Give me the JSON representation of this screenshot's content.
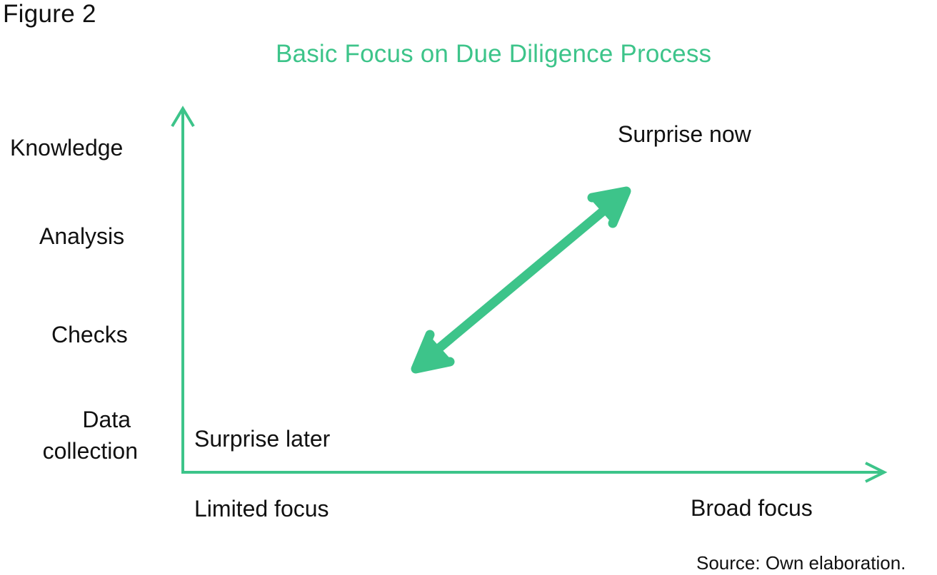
{
  "figure_label": "Figure 2",
  "title": "Basic Focus on Due Diligence Process",
  "accent_color": "#3dc48a",
  "y_axis": {
    "levels": [
      "Knowledge",
      "Analysis",
      "Checks",
      "Data collection"
    ],
    "level_lines": {
      "knowledge": "Knowledge",
      "analysis": "Analysis",
      "checks": "Checks",
      "data_line1": "Data",
      "data_line2": "collection"
    }
  },
  "x_axis": {
    "left_label": "Limited focus",
    "right_label": "Broad focus"
  },
  "annotations": {
    "top_right": "Surprise now",
    "bottom_left": "Surprise later"
  },
  "arrow": {
    "type": "double-headed diagonal",
    "meaning": "spectrum between Surprise later and Surprise now"
  },
  "source": "Source: Own elaboration."
}
